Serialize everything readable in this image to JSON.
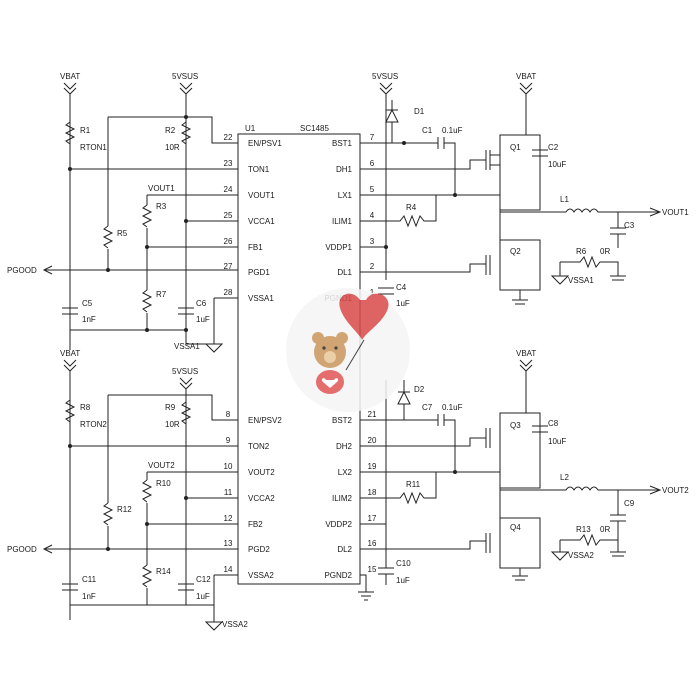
{
  "ic": {
    "ref": "U1",
    "part": "SC1485"
  },
  "left_pins": [
    {
      "num": "22",
      "name": "EN/PSV1"
    },
    {
      "num": "23",
      "name": "TON1"
    },
    {
      "num": "24",
      "name": "VOUT1"
    },
    {
      "num": "25",
      "name": "VCCA1"
    },
    {
      "num": "26",
      "name": "FB1"
    },
    {
      "num": "27",
      "name": "PGD1"
    },
    {
      "num": "28",
      "name": "VSSA1"
    },
    {
      "num": "8",
      "name": "EN/PSV2"
    },
    {
      "num": "9",
      "name": "TON2"
    },
    {
      "num": "10",
      "name": "VOUT2"
    },
    {
      "num": "11",
      "name": "VCCA2"
    },
    {
      "num": "12",
      "name": "FB2"
    },
    {
      "num": "13",
      "name": "PGD2"
    },
    {
      "num": "14",
      "name": "VSSA2"
    }
  ],
  "right_pins": [
    {
      "num": "7",
      "name": "BST1"
    },
    {
      "num": "6",
      "name": "DH1"
    },
    {
      "num": "5",
      "name": "LX1"
    },
    {
      "num": "4",
      "name": "ILIM1"
    },
    {
      "num": "3",
      "name": "VDDP1"
    },
    {
      "num": "2",
      "name": "DL1"
    },
    {
      "num": "1",
      "name": "PGND1"
    },
    {
      "num": "21",
      "name": "BST2"
    },
    {
      "num": "20",
      "name": "DH2"
    },
    {
      "num": "19",
      "name": "LX2"
    },
    {
      "num": "18",
      "name": "ILIM2"
    },
    {
      "num": "17",
      "name": "VDDP2"
    },
    {
      "num": "16",
      "name": "DL2"
    },
    {
      "num": "15",
      "name": "PGND2"
    }
  ],
  "nets": {
    "vbat": "VBAT",
    "v5sus": "5VSUS",
    "vout1": "VOUT1",
    "vout2": "VOUT2",
    "pgood": "PGOOD",
    "vssa1": "VSSA1",
    "vssa2": "VSSA2"
  },
  "parts": {
    "r1": "R1",
    "rton1": "RTON1",
    "r2": "R2",
    "r2v": "10R",
    "r3": "R3",
    "r4": "R4",
    "r5": "R5",
    "r6": "R6",
    "r6v": "0R",
    "r7": "R7",
    "r8": "R8",
    "rton2": "RTON2",
    "r9": "R9",
    "r9v": "10R",
    "r10": "R10",
    "r11": "R11",
    "r12": "R12",
    "r13": "R13",
    "r13v": "0R",
    "r14": "R14",
    "c1": "C1",
    "c1v": "0.1uF",
    "c2": "C2",
    "c2v": "10uF",
    "c3": "C3",
    "c4": "C4",
    "c4v": "1uF",
    "c5": "C5",
    "c5v": "1nF",
    "c6": "C6",
    "c6v": "1uF",
    "c7": "C7",
    "c7v": "0.1uF",
    "c8": "C8",
    "c8v": "10uF",
    "c9": "C9",
    "c10": "C10",
    "c10v": "1uF",
    "c11": "C11",
    "c11v": "1nF",
    "c12": "C12",
    "c12v": "1uF",
    "d1": "D1",
    "d2": "D2",
    "q1": "Q1",
    "q2": "Q2",
    "q3": "Q3",
    "q4": "Q4",
    "l1": "L1",
    "l2": "L2"
  },
  "watermark": {
    "icon": "teddy-bear-heart-balloon-icon"
  }
}
